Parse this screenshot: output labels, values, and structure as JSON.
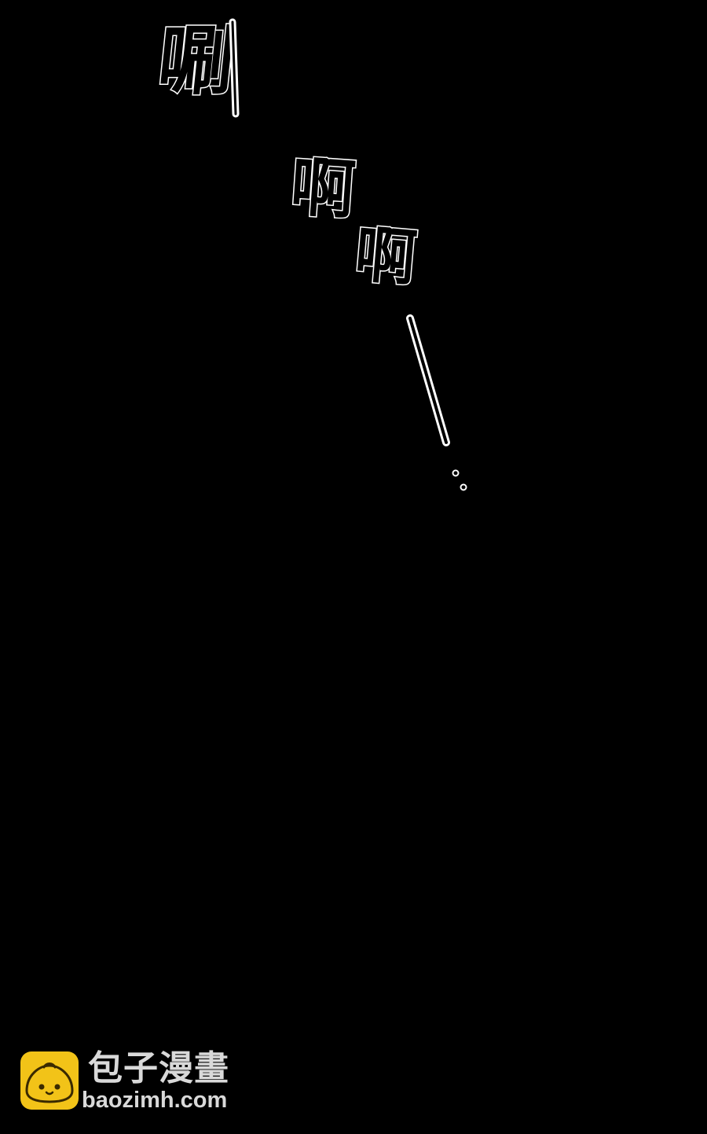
{
  "colors": {
    "background": "#000000",
    "sfx_outline": "#ffffff",
    "watermark_text": "#d9d9d9",
    "logo_yellow": "#f2c318"
  },
  "sfx": {
    "word_1": "唰",
    "word_2": "啊",
    "word_3": "啊"
  },
  "watermark": {
    "logo_icon": "steamed-bun-icon",
    "title": "包子漫畫",
    "url": "baozimh.com"
  }
}
